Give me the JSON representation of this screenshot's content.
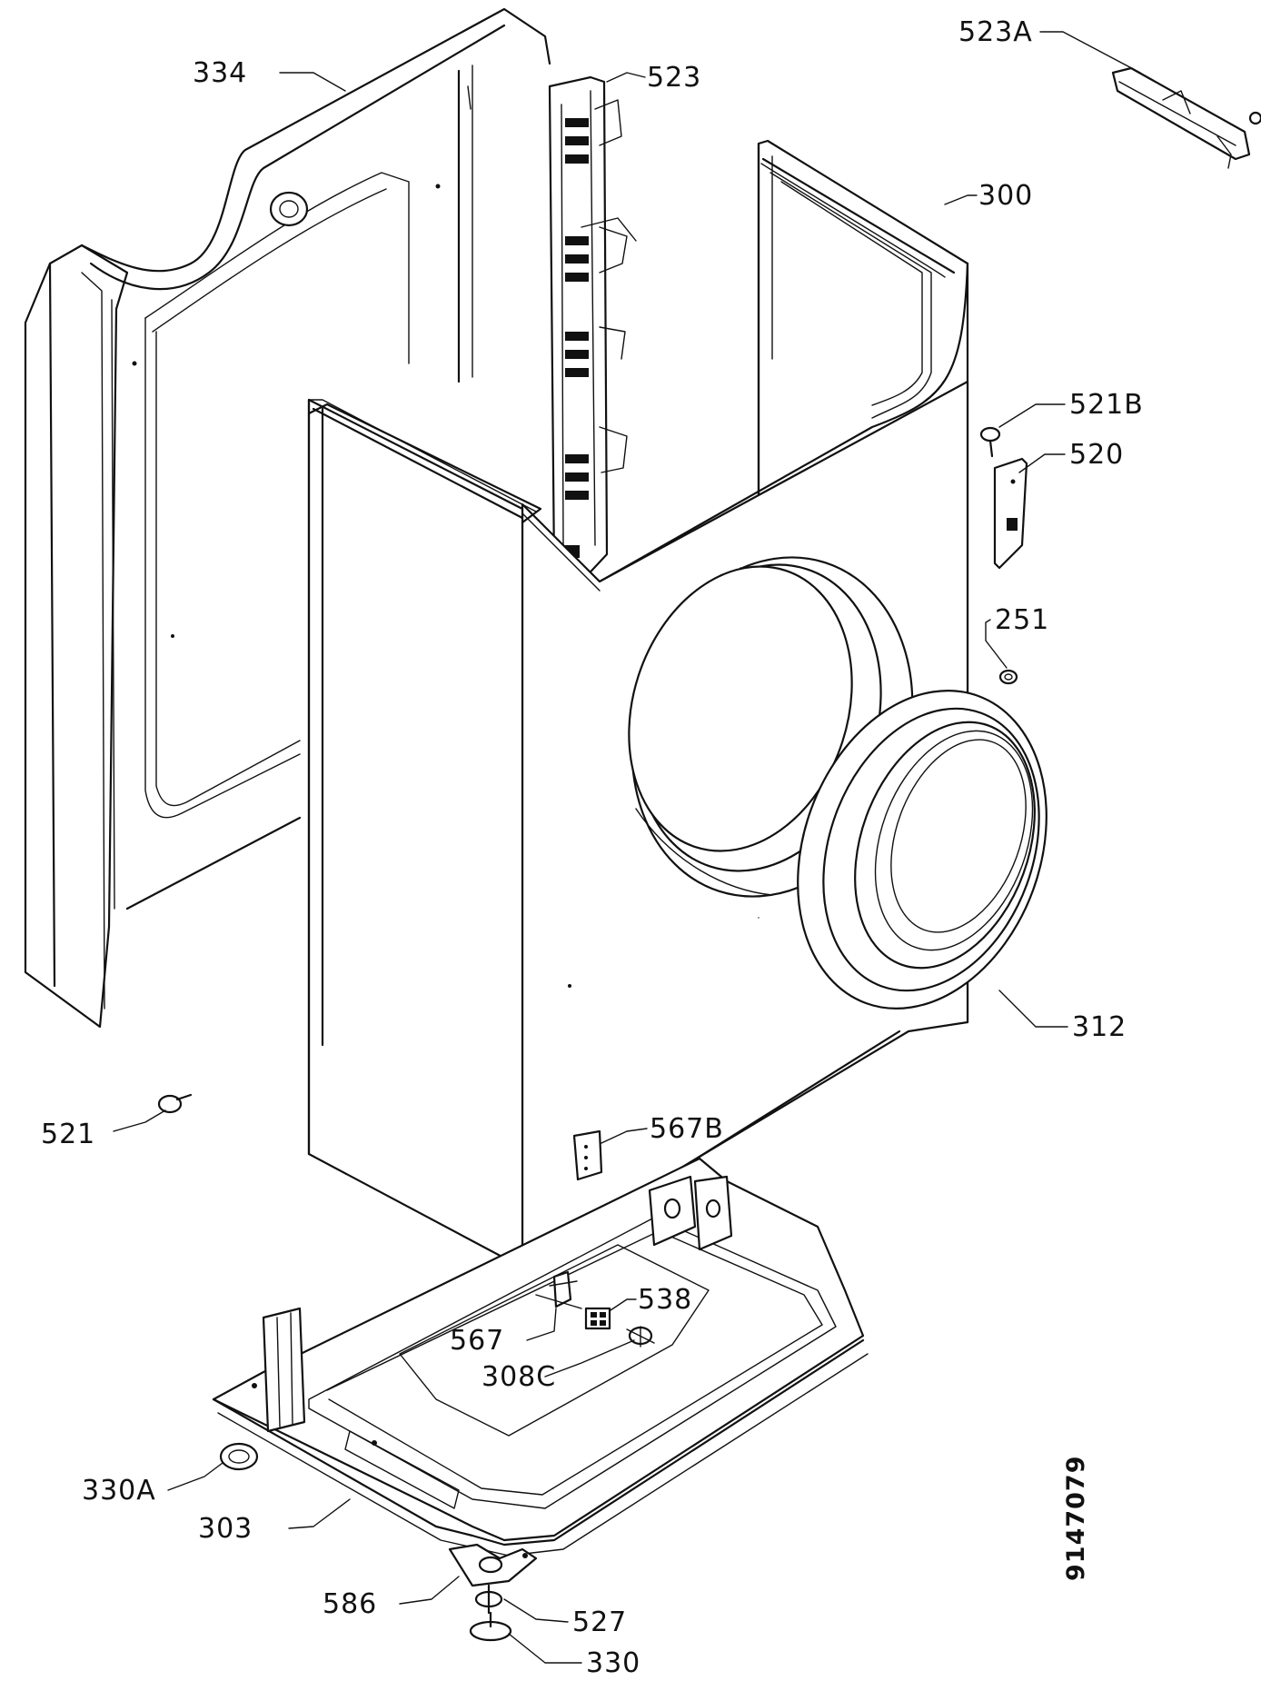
{
  "diagram": {
    "document_id": "9147079",
    "callouts": [
      {
        "id": "c334",
        "label": "334"
      },
      {
        "id": "c523",
        "label": "523"
      },
      {
        "id": "c523a",
        "label": "523A"
      },
      {
        "id": "c300",
        "label": "300"
      },
      {
        "id": "c521b",
        "label": "521B"
      },
      {
        "id": "c520",
        "label": "520"
      },
      {
        "id": "c251",
        "label": "251"
      },
      {
        "id": "c312",
        "label": "312"
      },
      {
        "id": "c521",
        "label": "521"
      },
      {
        "id": "c567b",
        "label": "567B"
      },
      {
        "id": "c538",
        "label": "538"
      },
      {
        "id": "c567",
        "label": "567"
      },
      {
        "id": "c308c",
        "label": "308C"
      },
      {
        "id": "c330a",
        "label": "330A"
      },
      {
        "id": "c303",
        "label": "303"
      },
      {
        "id": "c586",
        "label": "586"
      },
      {
        "id": "c527",
        "label": "527"
      },
      {
        "id": "c330",
        "label": "330"
      }
    ]
  }
}
